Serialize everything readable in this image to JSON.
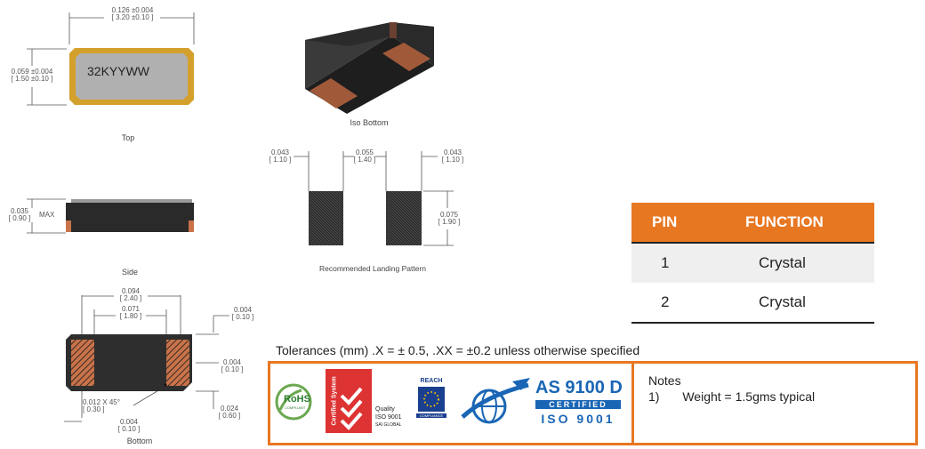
{
  "drawings": {
    "top": {
      "width_in": "0.126 ±0.004",
      "width_mm": "[ 3.20 ±0.10 ]",
      "height_in": "0.059 ±0.004",
      "height_mm": "[ 1.50 ±0.10 ]",
      "marking": "32KYYWW",
      "caption": "Top"
    },
    "iso": {
      "caption": "Iso Bottom"
    },
    "side": {
      "height_in": "0.035",
      "height_mm": "[ 0.90 ]",
      "max_label": "MAX",
      "caption": "Side"
    },
    "landing": {
      "left_in": "0.043",
      "left_mm": "[ 1.10 ]",
      "mid_in": "0.055",
      "mid_mm": "[ 1.40 ]",
      "right_in": "0.043",
      "right_mm": "[ 1.10 ]",
      "height_in": "0.075",
      "height_mm": "[ 1.90 ]",
      "caption": "Recommended Landing Pattern"
    },
    "bottom": {
      "outer_in": "0.094",
      "outer_mm": "[ 2.40 ]",
      "inner_in": "0.071",
      "inner_mm": "[ 1.80 ]",
      "tr_in": "0.004",
      "tr_mm": "[ 0.10 ]",
      "mr_in": "0.004",
      "mr_mm": "[ 0.10 ]",
      "chamfer_in": "0.012",
      "chamfer_rest": "X 45°",
      "chamfer_mm": "[ 0.30 ]",
      "br_in": "0.024",
      "br_mm": "[ 0.60 ]",
      "bb_in": "0.004",
      "bb_mm": "[ 0.10 ]",
      "caption": "Bottom"
    }
  },
  "pin_table": {
    "headers": [
      "PIN",
      "FUNCTION"
    ],
    "rows": [
      {
        "pin": "1",
        "function": "Crystal"
      },
      {
        "pin": "2",
        "function": "Crystal"
      }
    ],
    "header_color": "#e87722"
  },
  "tolerances": "Tolerances (mm) .X = ± 0.5,  .XX = ±0.2 unless otherwise specified",
  "logos": {
    "rohs": "RoHS",
    "rohs_sub": "COMPLIANT",
    "certified_system": "Certified System",
    "quality": "Quality",
    "iso_9001": "ISO 9001",
    "sai_global": "SAI GLOBAL",
    "reach": "REACH",
    "reach_sub": "COMPLIANCE",
    "as9100d": "AS 9100 D",
    "certified": "CERTIFIED",
    "iso_9001_big": "ISO 9001"
  },
  "notes": {
    "title": "Notes",
    "item_num": "1)",
    "item_text": "Weight = 1.5gms typical"
  }
}
